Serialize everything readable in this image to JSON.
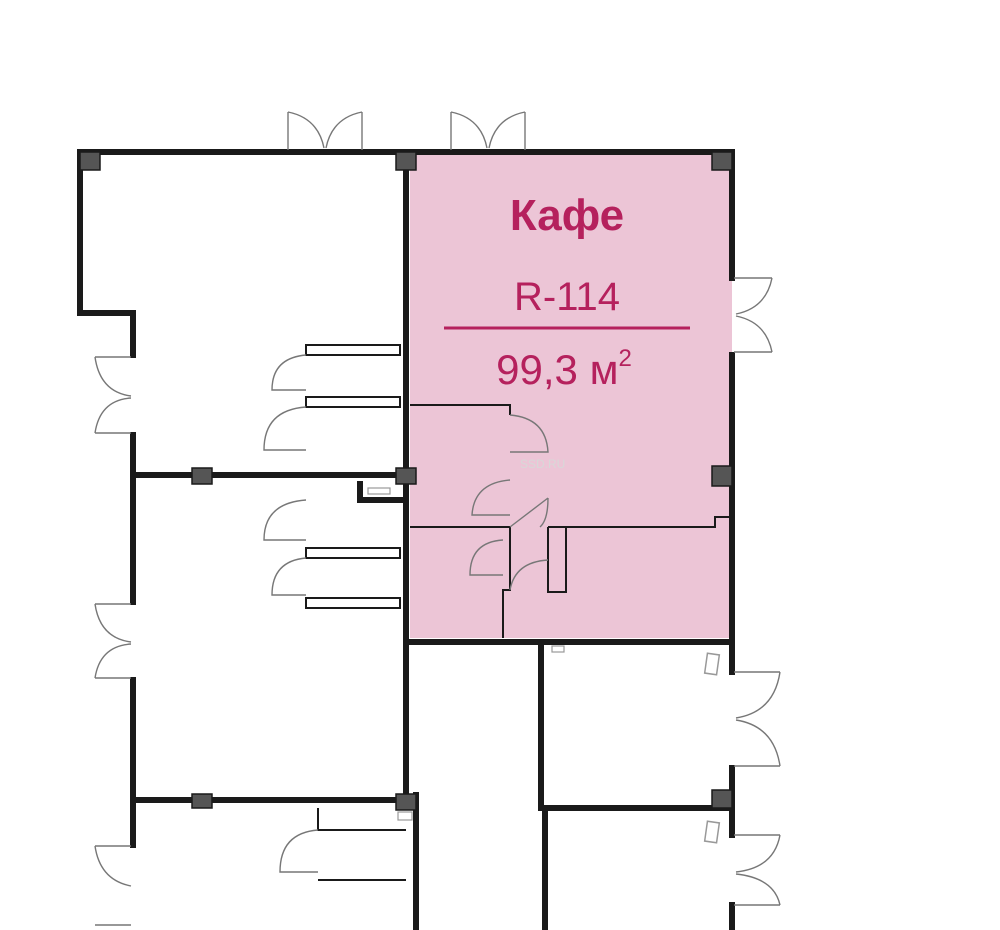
{
  "plan": {
    "highlight_color": "#ecc5d6",
    "accent_color": "#b5215d",
    "unit": {
      "name": "Кафе",
      "code": "R-114",
      "area_value": "99,3 м",
      "area_sup": "2"
    },
    "watermark": "SSD.RU"
  }
}
